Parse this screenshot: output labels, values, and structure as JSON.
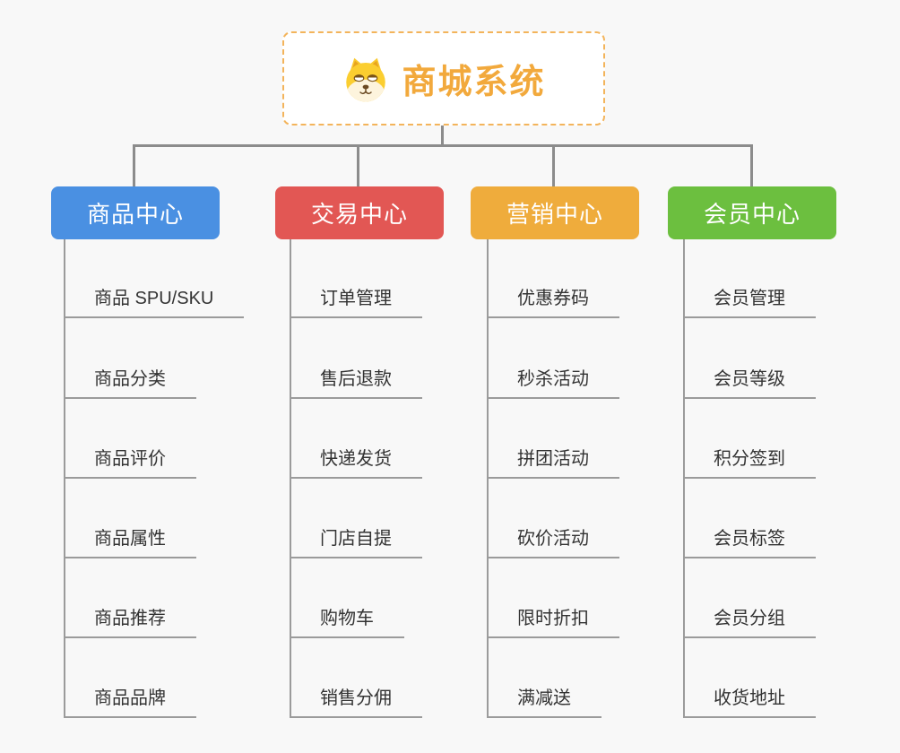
{
  "root": {
    "label": "商城系统",
    "icon": "dog-face-icon",
    "text_color": "#F2A93C",
    "border_color": "#F3B45B"
  },
  "connector_color": "#8C8C8C",
  "leaf_line_color": "#9B9B9B",
  "branches": [
    {
      "label": "商品中心",
      "color": "#4A90E2",
      "children": [
        "商品 SPU/SKU",
        "商品分类",
        "商品评价",
        "商品属性",
        "商品推荐",
        "商品品牌"
      ]
    },
    {
      "label": "交易中心",
      "color": "#E25754",
      "children": [
        "订单管理",
        "售后退款",
        "快递发货",
        "门店自提",
        "购物车",
        "销售分佣"
      ]
    },
    {
      "label": "营销中心",
      "color": "#EFAC3C",
      "children": [
        "优惠券码",
        "秒杀活动",
        "拼团活动",
        "砍价活动",
        "限时折扣",
        "满减送"
      ]
    },
    {
      "label": "会员中心",
      "color": "#6CBF3F",
      "children": [
        "会员管理",
        "会员等级",
        "积分签到",
        "会员标签",
        "会员分组",
        "收货地址"
      ]
    }
  ]
}
